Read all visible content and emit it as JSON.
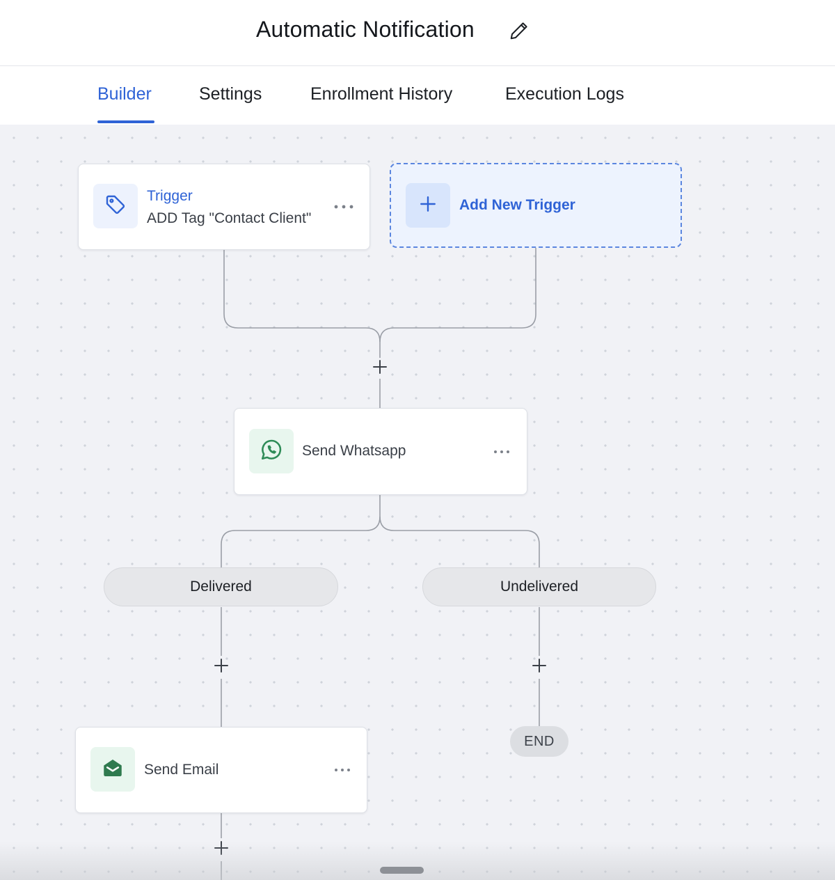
{
  "header": {
    "title": "Automatic Notification",
    "edit_icon": "pencil-icon"
  },
  "tabs": [
    {
      "label": "Builder",
      "active": true
    },
    {
      "label": "Settings",
      "active": false
    },
    {
      "label": "Enrollment History",
      "active": false
    },
    {
      "label": "Execution Logs",
      "active": false
    }
  ],
  "workflow": {
    "trigger": {
      "title": "Trigger",
      "description": "ADD Tag \"Contact Client\"",
      "icon": "tag-icon"
    },
    "add_trigger": {
      "label": "Add New Trigger",
      "icon": "plus-icon"
    },
    "send_whatsapp": {
      "label": "Send Whatsapp",
      "icon": "whatsapp-icon"
    },
    "branches": {
      "delivered": "Delivered",
      "undelivered": "Undelivered"
    },
    "send_email": {
      "label": "Send Email",
      "icon": "envelope-open-icon"
    },
    "end_label": "END"
  },
  "colors": {
    "accent": "#2f63d6",
    "whatsapp_green": "#2e8b57",
    "email_green": "#2f7a4f",
    "canvas_bg": "#f1f2f6"
  }
}
